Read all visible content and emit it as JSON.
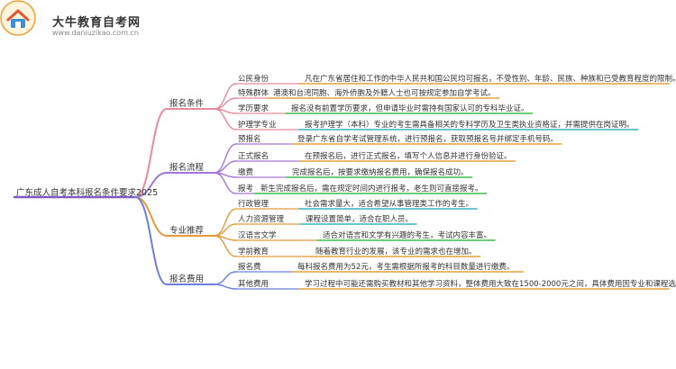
{
  "brand": {
    "title": "大牛教育自考网",
    "url": "www.daniuzikao.com.cn"
  },
  "colors": {
    "root_line": "#7c5cc4",
    "branch_1": "#e98a9a",
    "branch_2": "#a377d8",
    "branch_3": "#e59a3c",
    "branch_4": "#6b7fe0",
    "leaf_green": "#3dbb4a",
    "leaf_teal": "#36b4c2",
    "leaf_orange": "#e5a23a"
  },
  "mindmap": {
    "root": "广东成人自考本科报名条件要求2025",
    "branches": [
      {
        "label": "报名条件",
        "children": [
          {
            "label": "公民身份",
            "desc": "凡在广东省居住和工作的中华人民共和国公民均可报名，不受性别、年龄、民族、种族和已受教育程度的限制。"
          },
          {
            "label": "特殊群体",
            "desc": "港澳和台湾同胞、海外侨胞及外籍人士也可按规定参加自学考试。"
          },
          {
            "label": "学历要求",
            "desc": "报名没有前置学历要求，但申请毕业时需持有国家认可的专科毕业证。"
          },
          {
            "label": "护理学专业",
            "desc": "报考护理学（本科）专业的考生需具备相关的专科学历及卫生类执业资格证，并需提供在岗证明。"
          }
        ]
      },
      {
        "label": "报名流程",
        "children": [
          {
            "label": "预报名",
            "desc": "登录广东省自学考试管理系统，进行预报名，获取预报名号并绑定手机号码。"
          },
          {
            "label": "正式报名",
            "desc": "在预报名后，进行正式报名，填写个人信息并进行身份验证。"
          },
          {
            "label": "缴费",
            "desc": "完成报名后，按要求缴纳报名费用，确保报名成功。"
          },
          {
            "label": "报考",
            "desc": "新生完成报名后，需在规定时间内进行报考，老生则可直接报考。"
          }
        ]
      },
      {
        "label": "专业推荐",
        "children": [
          {
            "label": "行政管理",
            "desc": "社会需求量大，适合希望从事管理类工作的考生。"
          },
          {
            "label": "人力资源管理",
            "desc": "课程设置简单，适合在职人员。"
          },
          {
            "label": "汉语言文学",
            "desc": "适合对语言和文学有兴趣的考生，考试内容丰富。"
          },
          {
            "label": "学前教育",
            "desc": "随着教育行业的发展，该专业的需求也在增加。"
          }
        ]
      },
      {
        "label": "报名费用",
        "children": [
          {
            "label": "报名费",
            "desc": "每科报名费用为52元，考生需根据所报考的科目数量进行缴费。"
          },
          {
            "label": "其他费用",
            "desc": "学习过程中可能还需购买教材和其他学习资料，整体费用大致在1500-2000元之间，具体费用因专业和课程选择而异。"
          }
        ]
      }
    ]
  }
}
